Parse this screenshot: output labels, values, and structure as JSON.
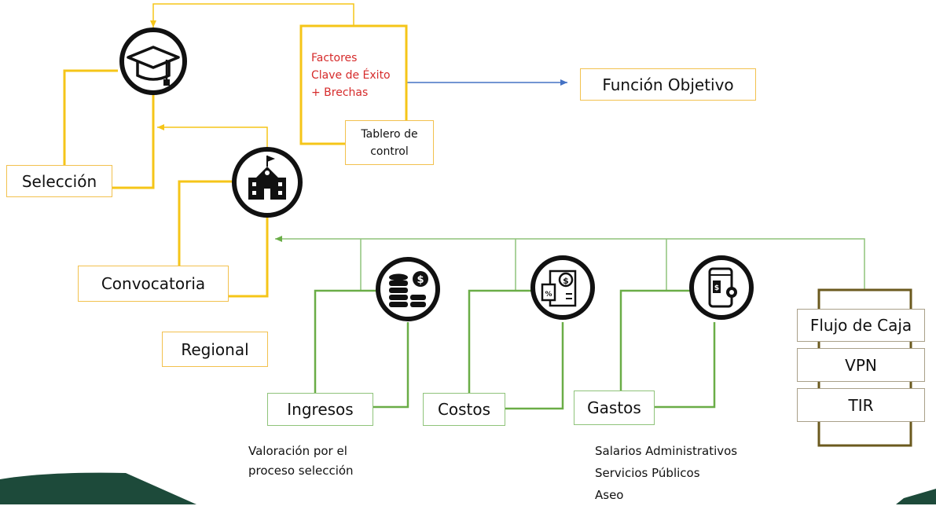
{
  "factors": [
    "Factores",
    "Clave de Éxito",
    "+ Brechas"
  ],
  "tablero": [
    "Tablero de",
    "control"
  ],
  "funcion_objetivo": "Función Objetivo",
  "seleccion": "Selección",
  "convocatoria": "Convocatoria",
  "regional": "Regional",
  "ingresos": "Ingresos",
  "costos": "Costos",
  "gastos": "Gastos",
  "flujo_de_caja": "Flujo de Caja",
  "vpn": "VPN",
  "tir": "TIR",
  "valoracion": [
    "Valoración por el",
    "proceso selección"
  ],
  "gastos_items": [
    "Salarios Administrativos",
    "Servicios Públicos",
    "Aseo"
  ],
  "colors": {
    "yellow": "#f5c518",
    "green": "#6aad47",
    "blue": "#4472c4",
    "red": "#d62b2b",
    "dark_green": "#1d4a3a",
    "olive": "#6b5a1e"
  },
  "icons": [
    "graduation-cap-icon",
    "school-building-icon",
    "coins-icon",
    "invoice-icon",
    "mobile-payment-icon"
  ]
}
